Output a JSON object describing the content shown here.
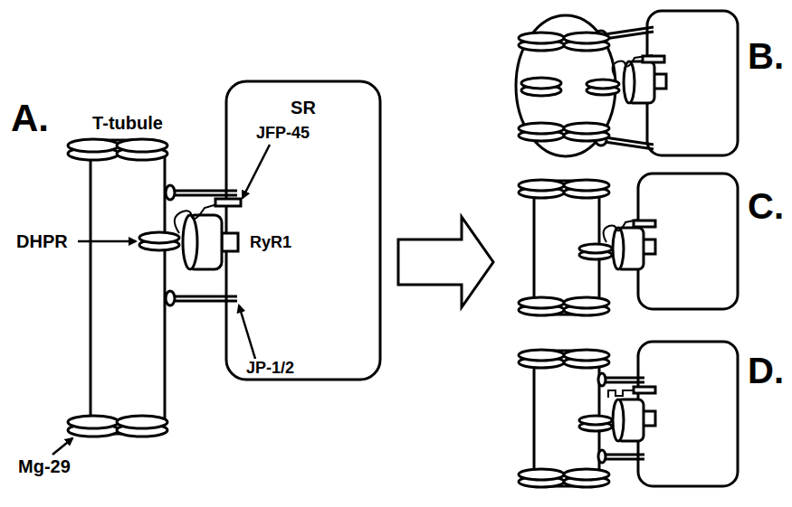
{
  "diagram": {
    "nodes": [
      {
        "text": [
          "T-tubule"
        ]
      },
      {
        "text": [
          "SR"
        ]
      }
    ],
    "labels": [
      "A.",
      "JFP-45",
      "DHPR",
      "RyR1",
      "JP-1/2",
      "Mg-29",
      "B.",
      "C.",
      "D."
    ]
  }
}
